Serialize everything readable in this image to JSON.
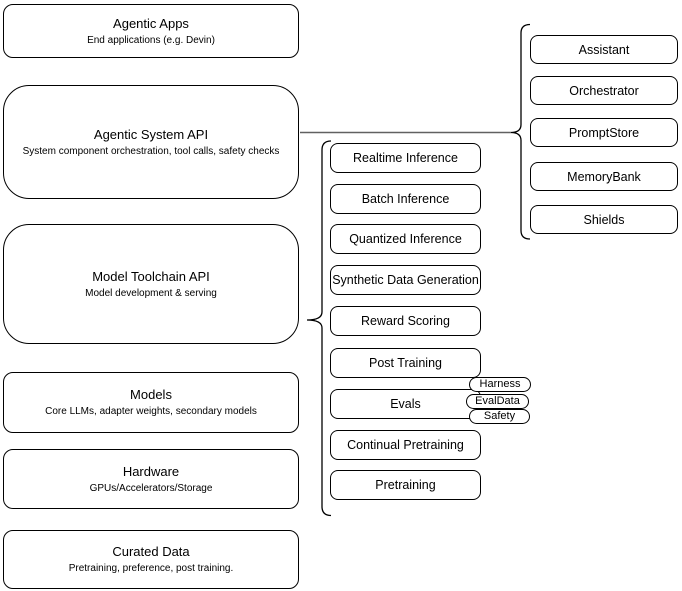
{
  "left": [
    {
      "title": "Agentic Apps",
      "subtitle": "End applications (e.g. Devin)"
    },
    {
      "title": "Agentic System API",
      "subtitle": "System component orchestration, tool calls, safety checks"
    },
    {
      "title": "Model Toolchain API",
      "subtitle": "Model development & serving"
    },
    {
      "title": "Models",
      "subtitle": "Core LLMs, adapter weights, secondary models"
    },
    {
      "title": "Hardware",
      "subtitle": "GPUs/Accelerators/Storage"
    },
    {
      "title": "Curated Data",
      "subtitle": "Pretraining, preference, post training."
    }
  ],
  "middle": [
    "Realtime Inference",
    "Batch Inference",
    "Quantized Inference",
    "Synthetic Data Generation",
    "Reward Scoring",
    "Post Training",
    "Evals",
    "Continual Pretraining",
    "Pretraining"
  ],
  "tags": [
    "Harness",
    "EvalData",
    "Safety"
  ],
  "right": [
    "Assistant",
    "Orchestrator",
    "PromptStore",
    "MemoryBank",
    "Shields"
  ],
  "colors": {
    "node_border": "#000000",
    "node_fill": "#ffffff",
    "connector": "#616161",
    "text": "#000000",
    "background": "#ffffff"
  }
}
